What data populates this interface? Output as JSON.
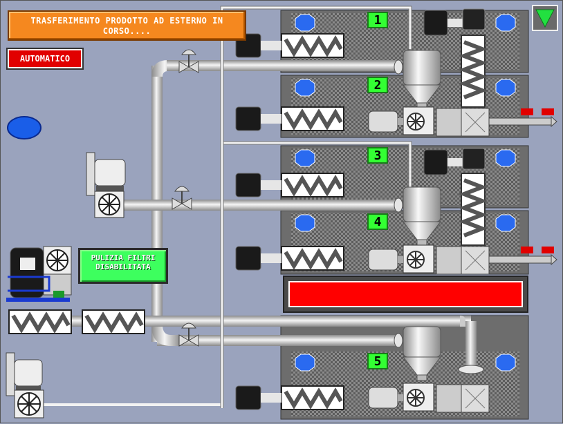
{
  "header": {
    "status_message": "TRASFERIMENTO PRODOTTO AD ESTERNO IN CORSO....",
    "mode_label": "AUTOMATICO"
  },
  "cleaning": {
    "status_label": "PULIZIA FILTRI DISABILITATA"
  },
  "lines": [
    {
      "number": "1"
    },
    {
      "number": "2"
    },
    {
      "number": "3"
    },
    {
      "number": "4"
    },
    {
      "number": "5"
    }
  ],
  "colors": {
    "background": "#9aa3bd",
    "status_orange": "#f5881f",
    "alarm_red": "#ff0000",
    "ok_green": "#33ff33",
    "pipe_grey": "#d8d8d8"
  },
  "icons": [
    "nav-down-icon",
    "motor-icon",
    "fan-icon",
    "valve-icon",
    "screw-conveyor-icon",
    "hopper-icon",
    "chiller-icon"
  ]
}
